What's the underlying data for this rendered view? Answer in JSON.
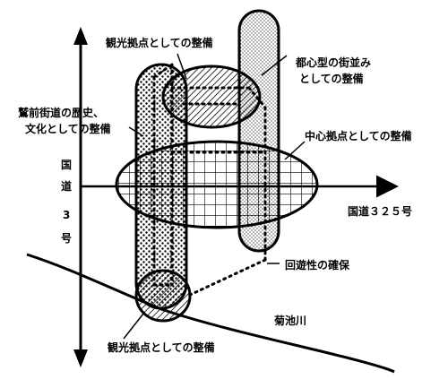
{
  "labels": {
    "tourism_top": "観光拠点としての整備",
    "tourism_bottom": "観光拠点としての整備",
    "urban_streets_1": "都心型の街並み",
    "urban_streets_2": "としての整備",
    "history_1": "鷲前街道の歴史、",
    "history_2": "文化としての整備",
    "center": "中心拠点としての整備",
    "route3_1": "国",
    "route3_2": "道",
    "route3_3": "3",
    "route3_4": "号",
    "route325": "国道３２５号",
    "circulation": "回遊性の確保",
    "river": "菊池川"
  },
  "colors": {
    "ink": "#000000",
    "paper": "#ffffff"
  }
}
